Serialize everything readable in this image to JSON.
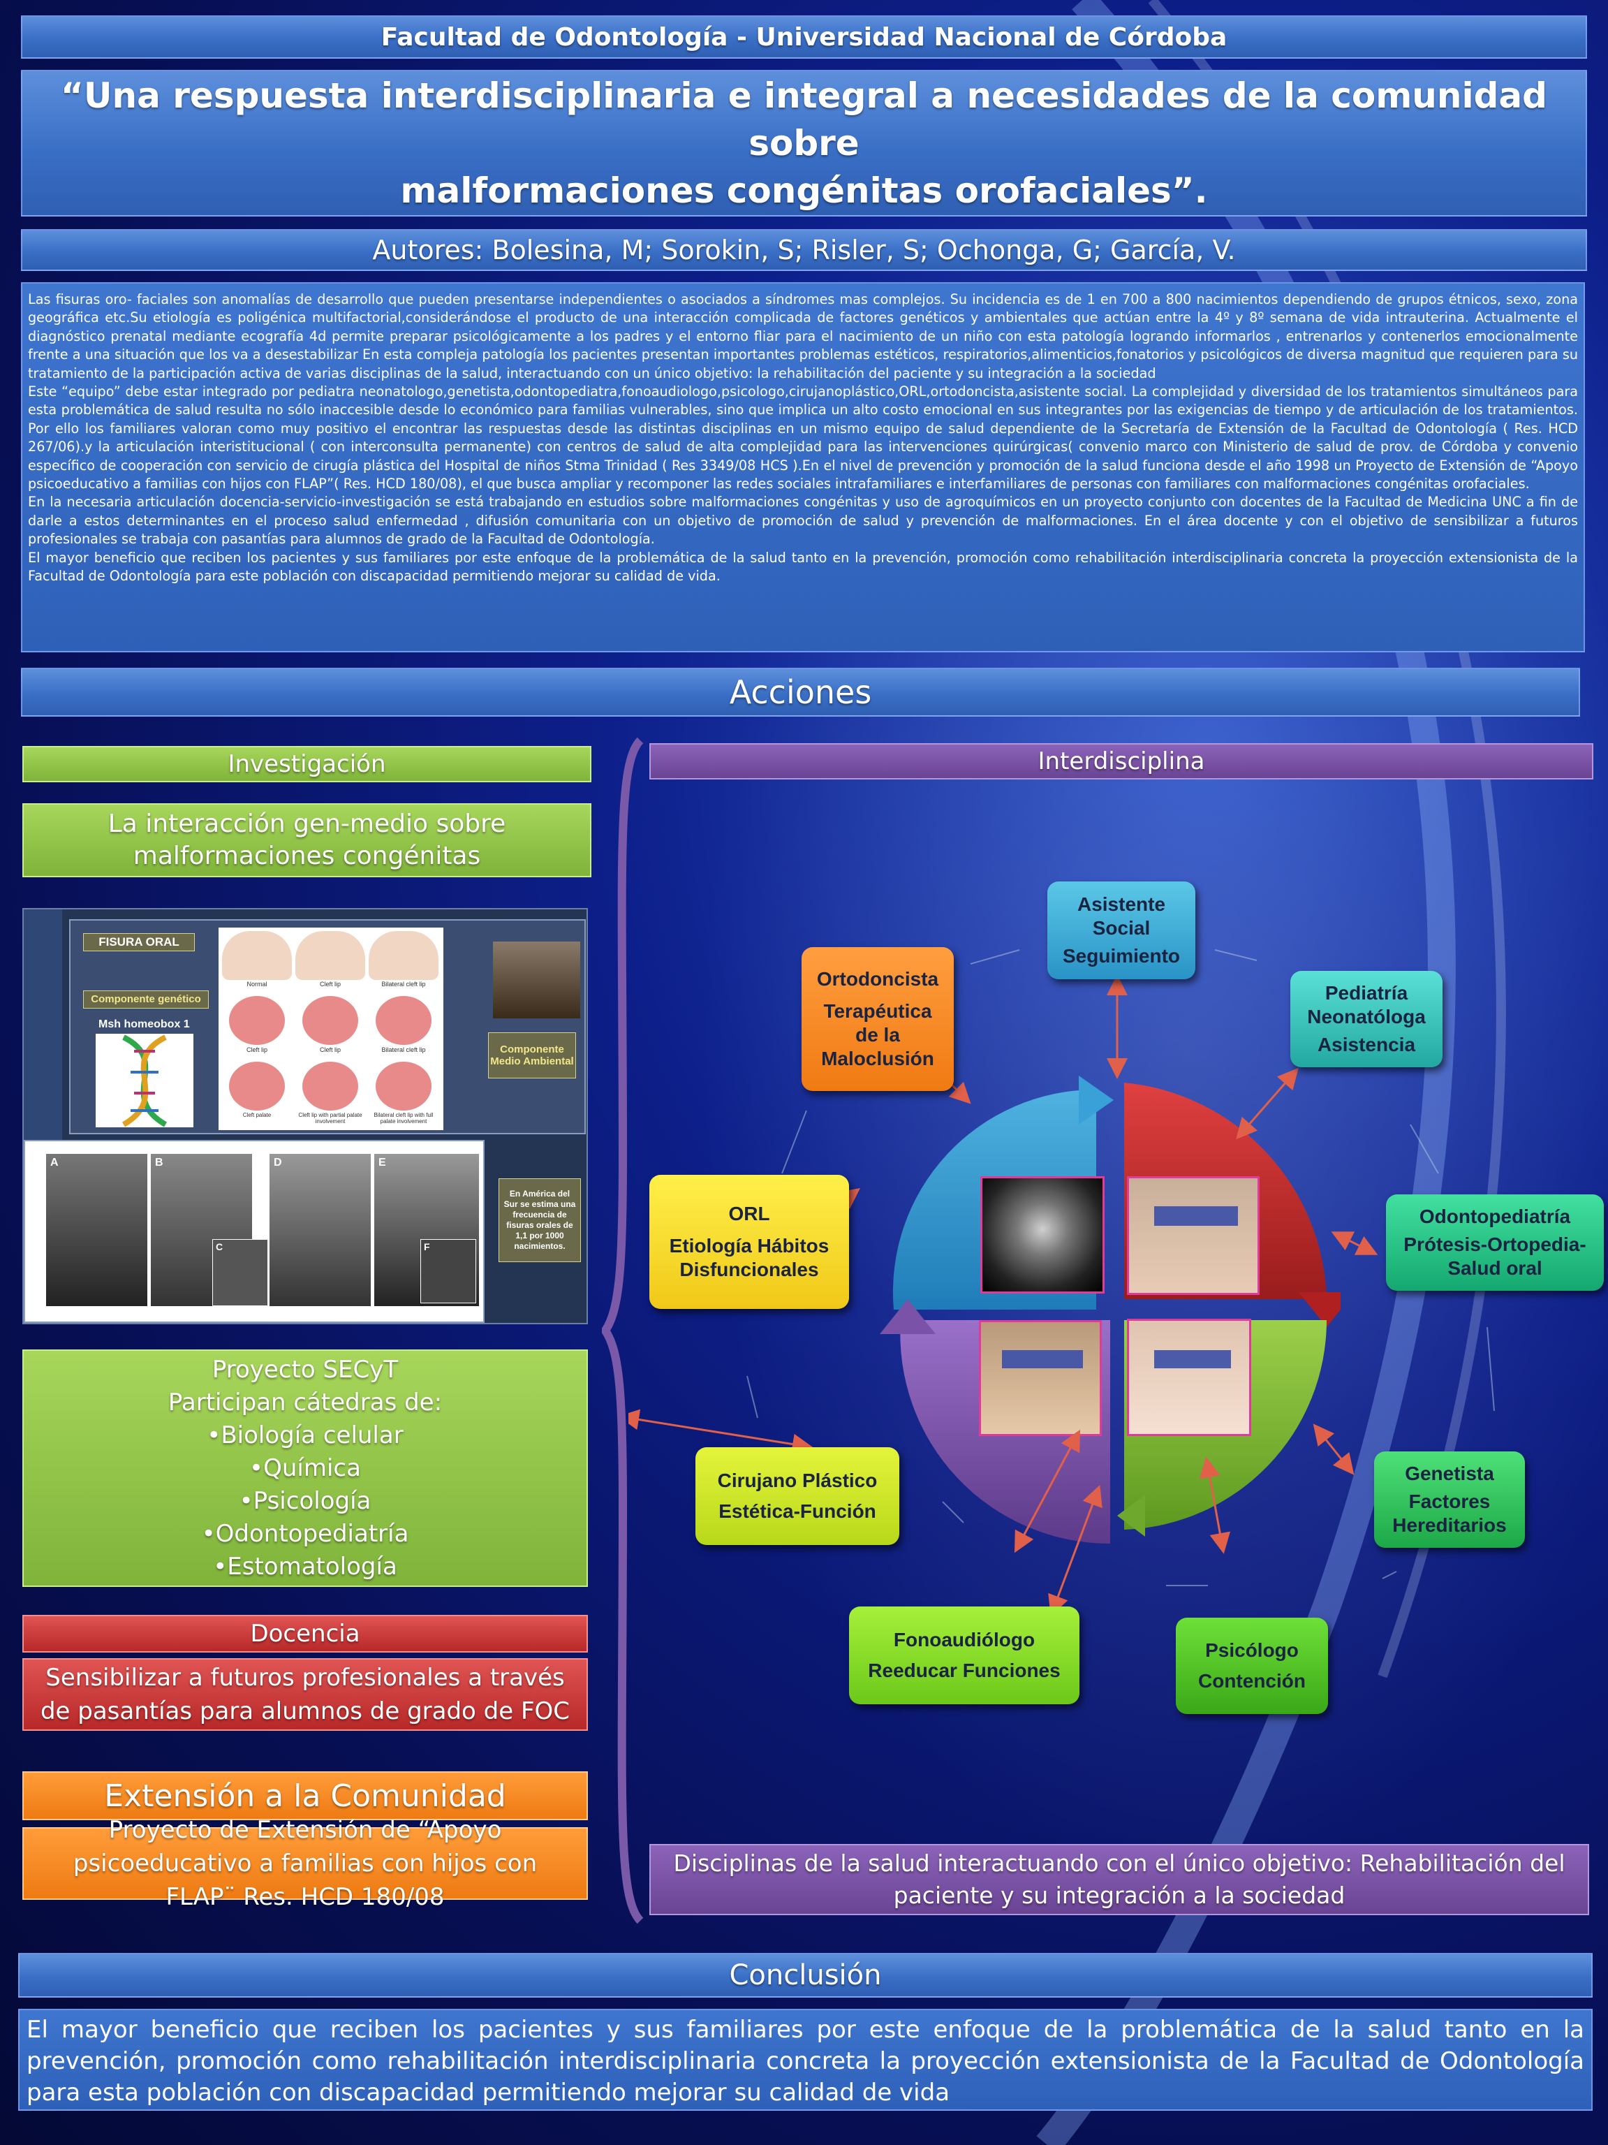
{
  "header": {
    "institution": "Facultad de Odontología - Universidad Nacional de Córdoba",
    "title_line1": "“Una respuesta interdisciplinaria e integral a necesidades de la comunidad sobre",
    "title_line2": "malformaciones congénitas orofaciales”.",
    "authors": "Autores: Bolesina, M; Sorokin, S; Risler, S; Ochonga, G; García, V."
  },
  "intro": {
    "p1": "Las fisuras oro- faciales son anomalías de desarrollo que pueden presentarse independientes o asociados a síndromes mas complejos. Su incidencia es de 1 en 700 a 800 nacimientos dependiendo de grupos étnicos, sexo, zona geográfica etc.Su etiología es poligénica multifactorial,considerándose el producto de una interacción complicada de factores genéticos y ambientales que actúan entre la 4º y 8º semana de vida intrauterina. Actualmente el diagnóstico prenatal mediante ecografía 4d permite preparar psicológicamente a los padres y el entorno fliar para el nacimiento de un niño con esta patología logrando informarlos , entrenarlos y contenerlos emocionalmente frente a una situación que los va a desestabilizar En esta compleja patología los pacientes presentan importantes problemas estéticos, respiratorios,alimenticios,fonatorios y psicológicos de diversa magnitud que requieren para su tratamiento de la participación activa de varias disciplinas de la salud, interactuando con un único objetivo: la rehabilitación del paciente y su integración a la sociedad",
    "p2": "Este “equipo” debe estar integrado por pediatra neonatologo,genetista,odontopediatra,fonoaudiologo,psicologo,cirujanoplástico,ORL,ortodoncista,asistente social. La complejidad y diversidad de los tratamientos simultáneos para esta problemática de salud resulta no sólo inaccesible desde lo económico para familias vulnerables, sino que implica un alto costo emocional en sus integrantes por las exigencias de tiempo y de articulación de los tratamientos. Por ello los familiares valoran como muy positivo el encontrar las respuestas desde las distintas disciplinas en un mismo equipo de salud dependiente de la Secretaría de Extensión de la Facultad de Odontología ( Res. HCD 267/06).y la articulación interistitucional ( con interconsulta permanente) con centros de salud de alta complejidad para las intervenciones quirúrgicas( convenio marco con Ministerio de salud de prov. de Córdoba y convenio específico de cooperación con servicio de cirugía plástica del Hospital de niños Stma Trinidad ( Res 3349/08 HCS ).En el nivel de prevención y promoción de la salud funciona desde el año 1998 un Proyecto de Extensión de “Apoyo psicoeducativo a familias con hijos con FLAP”( Res. HCD 180/08), el que busca ampliar y recomponer las redes sociales intrafamiliares e interfamiliares de personas con familiares con malformaciones congénitas orofaciales.",
    "p3": "En la necesaria articulación docencia-servicio-investigación se está trabajando en estudios sobre malformaciones congénitas y uso de agroquímicos en un proyecto conjunto con docentes de la Facultad de Medicina UNC a fin de darle a estos determinantes en el proceso salud enfermedad , difusión comunitaria con un objetivo de promoción de salud y prevención de malformaciones. En el área docente y con el objetivo de sensibilizar a futuros profesionales se trabaja con pasantías para alumnos de grado de la Facultad de Odontología.",
    "p4": "El mayor beneficio que reciben los pacientes y sus familiares por este enfoque de la problemática de la salud tanto en la prevención, promoción como rehabilitación interdisciplinaria concreta la proyección extensionista de la Facultad de Odontología para este población con discapacidad permitiendo mejorar su calidad de vida."
  },
  "acciones": {
    "title": "Acciones"
  },
  "investigacion": {
    "title": "Investigación",
    "subtitle": "La interacción gen-medio sobre malformaciones congénitas",
    "collage": {
      "fisura_oral": "FISURA ORAL",
      "componente_genetico": "Componente genético",
      "msh": "Msh homeobox 1",
      "componente_medio": "Componente Medio Ambiental",
      "captions": [
        "Normal",
        "Cleft lip",
        "Bilateral cleft lip",
        "Cleft lip",
        "Cleft lip",
        "Bilateral cleft lip",
        "Cleft palate",
        "Cleft lip with partial palate involvement",
        "Bilateral cleft lip with full palate involvement"
      ],
      "panel_letters": [
        "A",
        "B",
        "C",
        "D",
        "E",
        "F"
      ],
      "america": "En América del Sur se estima una frecuencia de fisuras orales de 1,1 por 1000 nacimientos."
    }
  },
  "proyecto": {
    "title": "Proyecto SECyT",
    "participan": "Participan cátedras de:",
    "items": [
      "•Biología celular",
      "•Química",
      "•Psicología",
      "•Odontopediatría",
      "•Estomatología"
    ]
  },
  "docencia": {
    "title": "Docencia",
    "text": "Sensibilizar a futuros profesionales a través de pasantías para alumnos de grado de FOC"
  },
  "extension": {
    "title": "Extensión a la Comunidad",
    "text": "Proyecto de Extensión de “Apoyo psicoeducativo a familias con hijos con FLAP¨ Res. HCD 180/08"
  },
  "interdisciplina": {
    "title": "Interdisciplina",
    "nodes": {
      "asistente": {
        "t1": "Asistente",
        "t2": "Social",
        "s": "Seguimiento"
      },
      "pediatria": {
        "t1": "Pediatría",
        "t2": "Neonatóloga",
        "s": "Asistencia"
      },
      "odonto": {
        "t1": "Odontopediatría",
        "s1": "Prótesis-Ortopedia-",
        "s2": "Salud oral"
      },
      "genetista": {
        "t1": "Genetista",
        "s1": "Factores",
        "s2": "Hereditarios"
      },
      "psicologo": {
        "t1": "Psicólogo",
        "s": "Contención"
      },
      "fono": {
        "t1": "Fonoaudiólogo",
        "s": "Reeducar Funciones"
      },
      "cirujano": {
        "t1": "Cirujano Plástico",
        "s": "Estética-Función"
      },
      "orl": {
        "t1": "ORL",
        "s1": "Etiología Hábitos",
        "s2": "Disfuncionales"
      },
      "ortodoncista": {
        "t1": "Ortodoncista",
        "s1": "Terapéutica",
        "s2": "de la",
        "s3": "Maloclusión"
      }
    },
    "footer": "Disciplinas de la salud interactuando con el único objetivo: Rehabilitación del paciente y su integración a la sociedad"
  },
  "conclusion": {
    "title": "Conclusión",
    "text": "El mayor beneficio que reciben los pacientes y sus familiares por este enfoque de la problemática de la salud tanto en la prevención, promoción como rehabilitación interdisciplinaria concreta la proyección extensionista de la Facultad de Odontología para esta población con discapacidad permitiendo mejorar su calidad de vida"
  },
  "colors": {
    "blue_bar": "#3a6fc6",
    "green": "#8bc34a",
    "red": "#c62828",
    "orange": "#f7871c",
    "purple": "#7a52a8"
  }
}
